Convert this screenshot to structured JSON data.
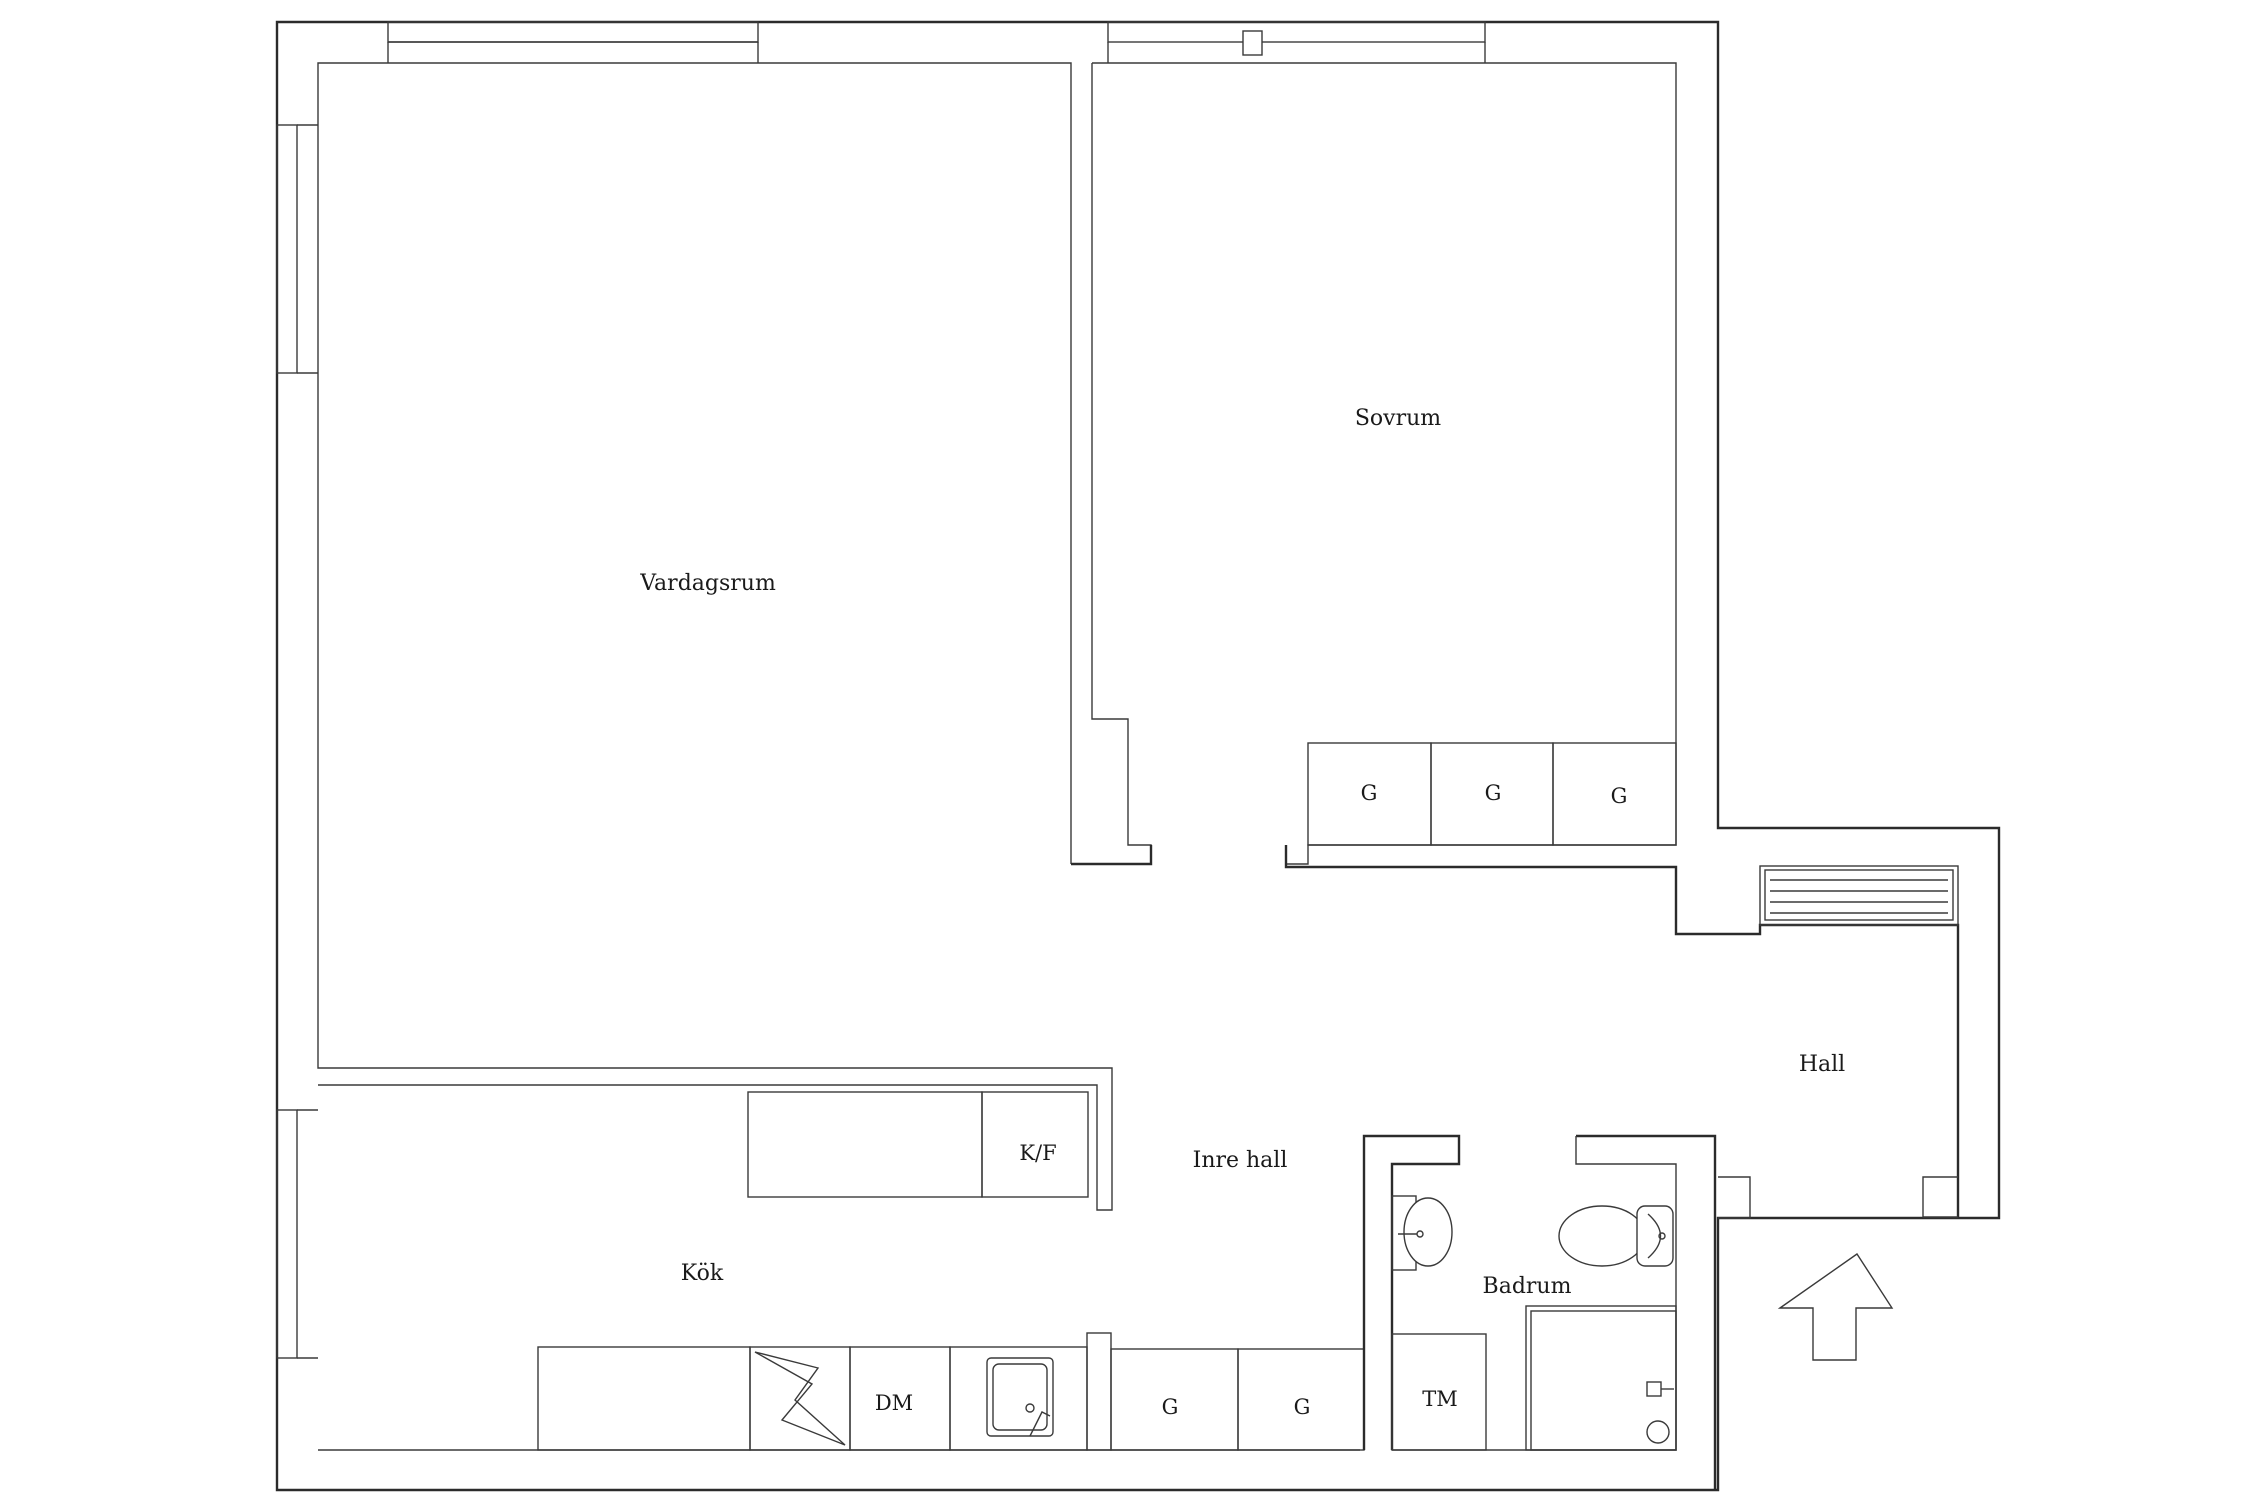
{
  "rooms": {
    "living": "Vardagsrum",
    "bedroom": "Sovrum",
    "kitchen": "Kök",
    "inner_hall": "Inre hall",
    "hall": "Hall",
    "bathroom": "Badrum"
  },
  "fixtures": {
    "wardrobe": "G",
    "fridge_freezer": "K/F",
    "dishwasher": "DM",
    "washing_machine": "TM"
  }
}
